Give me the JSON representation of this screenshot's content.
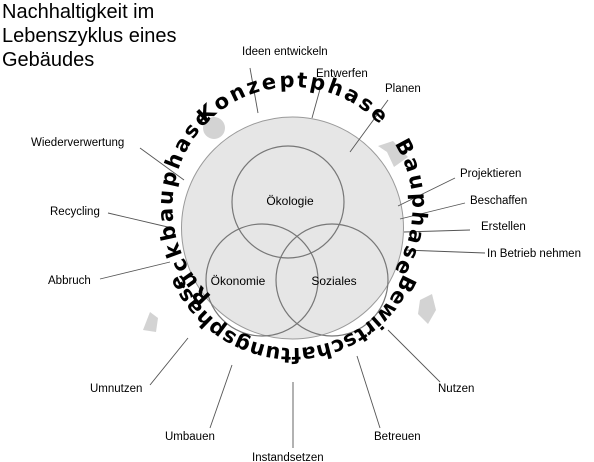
{
  "title": {
    "line1": "Nachhaltigkeit im",
    "line2": "Lebenszyklus eines",
    "line3": "Gebäudes"
  },
  "venn": {
    "oekologie": "Ökologie",
    "oekonomie": "Ökonomie",
    "soziales": "Soziales"
  },
  "phases": {
    "konzept": "Konzeptphase",
    "bau": "Bauphase",
    "bewirtschaftung": "Bewirtschaftungsphase",
    "rueckbau": "Rückbauphase"
  },
  "steps": {
    "ideen": "Ideen entwickeln",
    "entwerfen": "Entwerfen",
    "planen": "Planen",
    "projektieren": "Projektieren",
    "beschaffen": "Beschaffen",
    "erstellen": "Erstellen",
    "inbetrieb": "In Betrieb nehmen",
    "nutzen": "Nutzen",
    "betreuen": "Betreuen",
    "instandsetzen": "Instandsetzen",
    "umbauen": "Umbauen",
    "umnutzen": "Umnutzen",
    "abbruch": "Abbruch",
    "recycling": "Recycling",
    "wiederverwertung": "Wiederverwertung"
  },
  "colors": {
    "disc": "#e6e6e6",
    "arrow": "#d3d3d3",
    "line": "#555555"
  }
}
